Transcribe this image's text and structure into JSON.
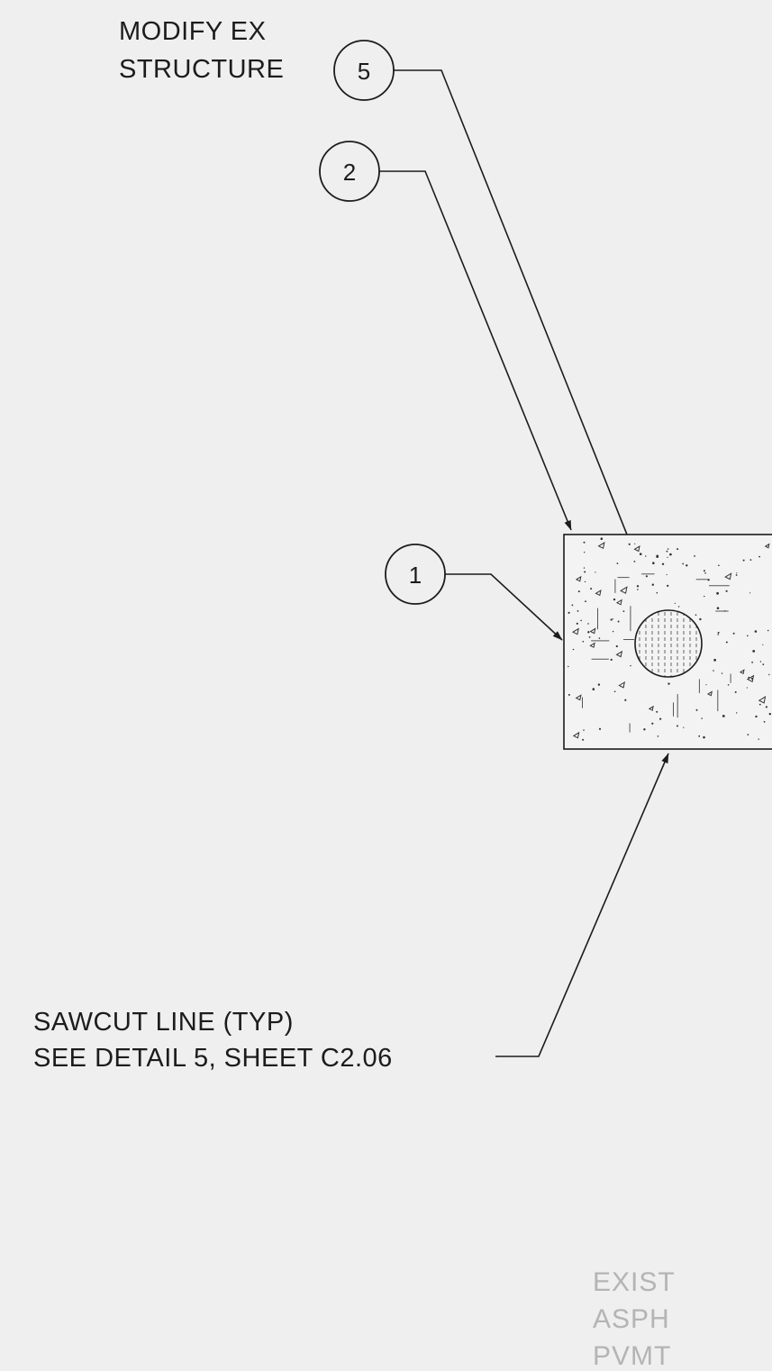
{
  "callouts": {
    "modify": {
      "line1": "MODIFY EX",
      "line2": "STRUCTURE",
      "tag": "5"
    },
    "tag_2": "2",
    "tag_1": "1",
    "sawcut": {
      "line1": "SAWCUT LINE (TYP)",
      "line2": "SEE DETAIL 5, SHEET C2.06"
    }
  },
  "existing": {
    "line1": "EXIST",
    "line2": "ASPH",
    "line3": "PVMT"
  },
  "colors": {
    "ink": "#1c1c1c",
    "faint": "#b4b4b4",
    "paper": "#efefef"
  }
}
